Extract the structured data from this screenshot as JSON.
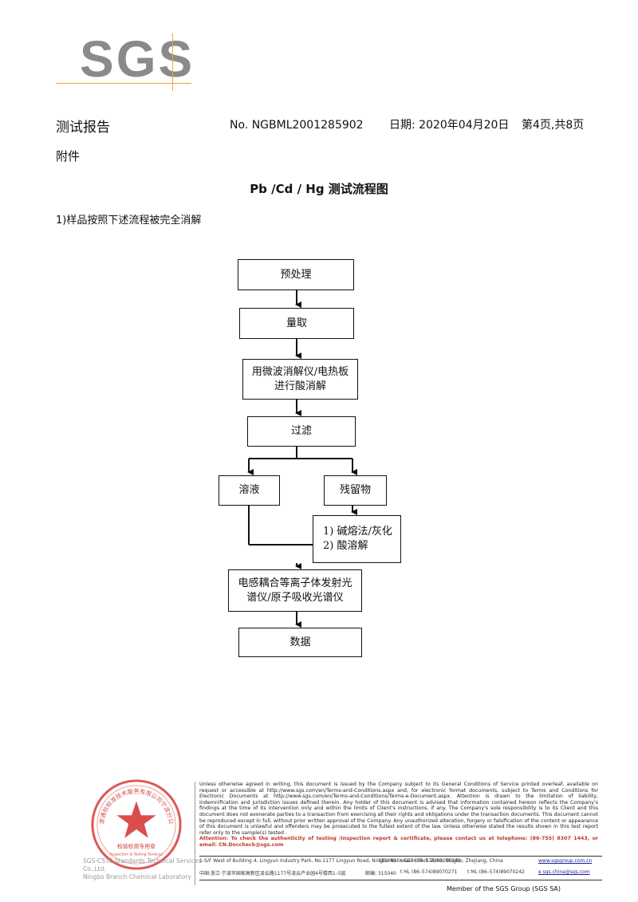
{
  "logo": {
    "text": "SGS"
  },
  "header": {
    "title": "测试报告",
    "report_no": "No. NGBML2001285902",
    "date": "日期: 2020年04月20日",
    "page": "第4页,共8页"
  },
  "attachment": "附件",
  "flow_title": "Pb /Cd / Hg 测试流程图",
  "step_note": "1)样品按照下述流程被完全消解",
  "flowchart": {
    "pretreat": "预处理",
    "measure": "量取",
    "digest": "用微波消解仪/电热板\n进行酸消解",
    "filter": "过滤",
    "solution": "溶液",
    "residue": "残留物",
    "residue_methods": "1) 碱熔法/灰化\n2) 酸溶解",
    "instrument": "电感耦合等离子体发射光\n谱仪/原子吸收光谱仪",
    "data": "数据"
  },
  "footer": {
    "seal_top": "宁波通标标准技术服务有限公司宁波分公司",
    "seal_center": "检验检测专用章",
    "seal_en": "Inspection & Testing Services",
    "seal_label_1": "SGS-CSTC Standards Technical Services Co.,Ltd.",
    "seal_label_2": "Ningbo Branch Chemical Laboratory",
    "disclaimer": "Unless otherwise agreed in writing, this document is issued by the Company subject to its General Conditions of Service printed overleaf, available on request or accessible at http://www.sgs.com/en/Terms-and-Conditions.aspx and, for electronic format documents, subject to Terms and Conditions for Electronic Documents at http://www.sgs.com/en/Terms-and-Conditions/Terms-e-Document.aspx. Attention is drawn to the limitation of liability, indemnification and jurisdiction issues defined therein. Any holder of this document is advised that information contained hereon reflects the Company's findings at the time of its intervention only and within the limits of Client's instructions, if any. The Company's sole responsibility is to its Client and this document does not exonerate parties to a transaction from exercising all their rights and obligations under the transaction documents. This document cannot be reproduced except in full, without prior written approval of the Company. Any unauthorized alteration, forgery or falsification of the content or appearance of this document is unlawful and offenders may be prosecuted to the fullest extent of the law. Unless otherwise stated the results shown in this test report refer only to the sample(s) tested .",
    "attention": "Attention: To check the authenticity of testing /inspection report & certificate, please contact us at telephone: (86-755) 8307 1443, or email: CN.Doccheck@sgs.com",
    "addr_en": "1-5/F West of Building 4, Lingyun Industry Park, No.1177 Lingyun Road, Ningbo National Hi-Tech Zone, Ningbo, Zhejiang, China",
    "zip_en": "315040",
    "tel_en": "t E&E (86–574)89070249",
    "web": "www.sgsgroup.com.cn",
    "addr_cn": "中国·浙江·宁波市国家高新区凌云路1177号凌云产业园4号楼西1–5层",
    "zip_label_cn": "邮编: 315040",
    "tel_cn": "t HL  (86–574)89070271",
    "fax_cn": "t ML  (86–574)89070242",
    "email": "e sgs.china@sgs.com",
    "member": "Member of the SGS Group (SGS SA)"
  },
  "colors": {
    "logo_gray": "#8a8a8a",
    "logo_accent": "#f0a23a",
    "seal_red": "#d63a3a"
  }
}
